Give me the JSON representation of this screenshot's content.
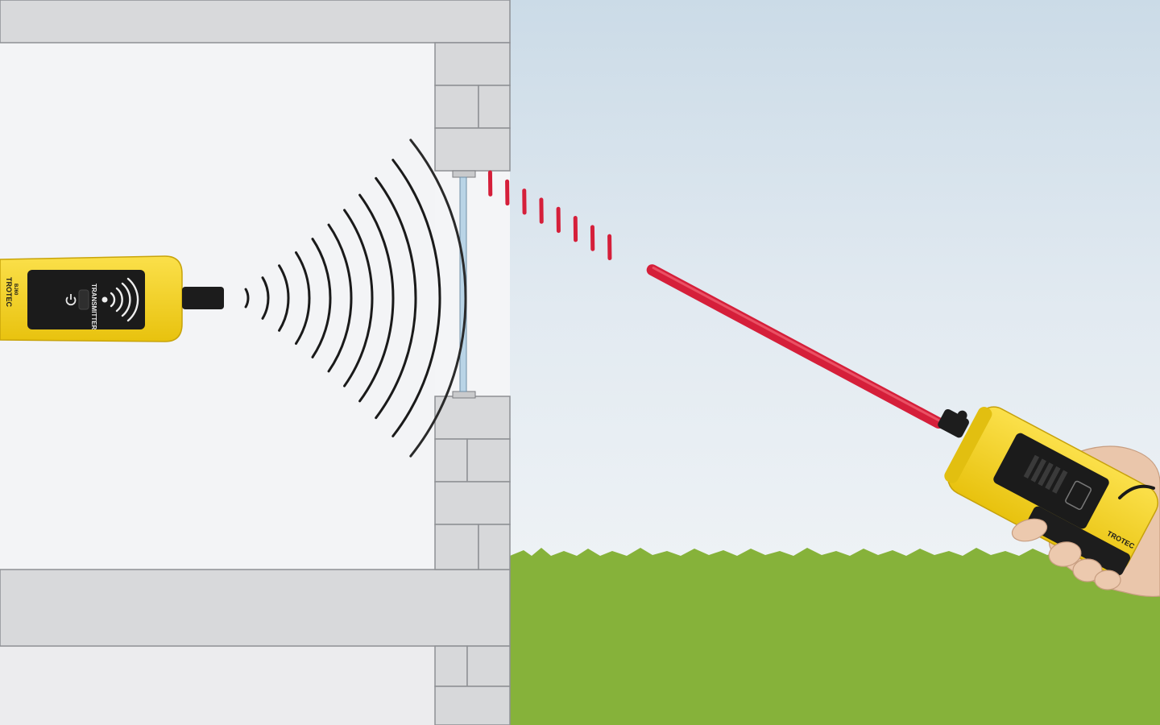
{
  "transmitter": {
    "brand": "TROTEC",
    "model": "BJ60",
    "label": "TRANSMITTER",
    "icons": [
      "power-icon",
      "wireless-signal-icon"
    ]
  },
  "receiver": {
    "brand": "TROTEC",
    "icons": [
      "signal-level-led-icon"
    ]
  },
  "colors": {
    "device_yellow": "#f6d31c",
    "beam_red": "#d51f3a",
    "grass_green": "#86b23a",
    "sky_top": "#cfdde8",
    "wall_gray": "#d7d8da"
  }
}
